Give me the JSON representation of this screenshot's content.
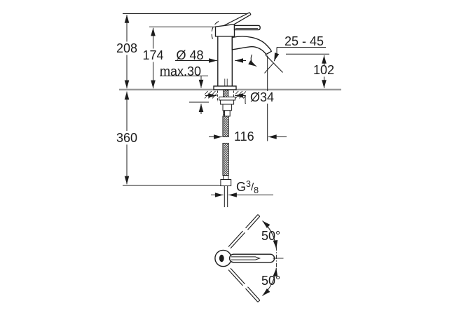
{
  "drawing": {
    "kind": "faucet-installation-dimension-drawing",
    "subject": "single-lever basin mixer, side view with mounting hose and top view of handle swing range",
    "line_color": "#1c1c1c",
    "counter_line_color": "#999999",
    "background": "#ffffff"
  },
  "labels": {
    "overall_height": "208",
    "body_height": "174",
    "base_diameter": "Ø 48",
    "max_mounting_thickness": "max.30",
    "stream_range": "25 - 45",
    "spout_height": "102",
    "hole_diameter": "Ø34",
    "spout_reach": "116",
    "hose_length": "360",
    "thread_letter": "G",
    "thread_numerator": "3",
    "thread_slash": "/",
    "thread_denominator": "8",
    "swing_upper": "50°",
    "swing_lower": "50°"
  }
}
